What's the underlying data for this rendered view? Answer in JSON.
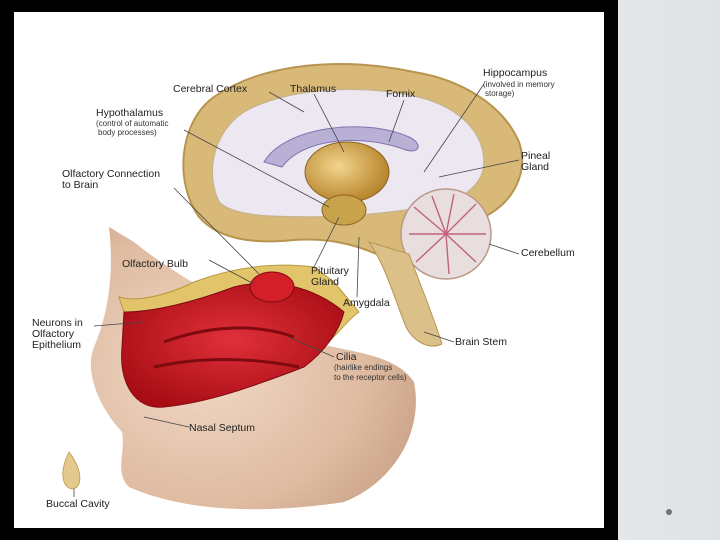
{
  "labels": {
    "cerebral_cortex": "Cerebral Cortex",
    "thalamus": "Thalamus",
    "fornix": "Fornix",
    "hippocampus": "Hippocampus",
    "hippocampus_note_1": "(involved in memory",
    "hippocampus_note_2": "storage)",
    "hypothalamus": "Hypothalamus",
    "hypothalamus_note_1": "(control of automatic",
    "hypothalamus_note_2": "body processes)",
    "olfactory_connection_1": "Olfactory Connection",
    "olfactory_connection_2": "to Brain",
    "pineal_gland_1": "Pineal",
    "pineal_gland_2": "Gland",
    "cerebellum": "Cerebellum",
    "olfactory_bulb": "Olfactory Bulb",
    "pituitary_gland_1": "Pituitary",
    "pituitary_gland_2": "Gland",
    "amygdala": "Amygdala",
    "neurons_1": "Neurons in",
    "neurons_2": "Olfactory",
    "neurons_3": "Epithelium",
    "brain_stem": "Brain Stem",
    "cilia": "Cilia",
    "cilia_note_1": "(hairlike endings",
    "cilia_note_2": "to the receptor cells)",
    "nasal_septum": "Nasal Septum",
    "buccal_cavity": "Buccal Cavity"
  },
  "colors": {
    "frame": "#000000",
    "brain_outer": "#d9b978",
    "brain_inner": "#ece7f0",
    "thalamus": "#c99a3c",
    "nasal_cavity": "#c8141c",
    "skin": "#e8c6ad",
    "bone": "#e2c46a"
  }
}
